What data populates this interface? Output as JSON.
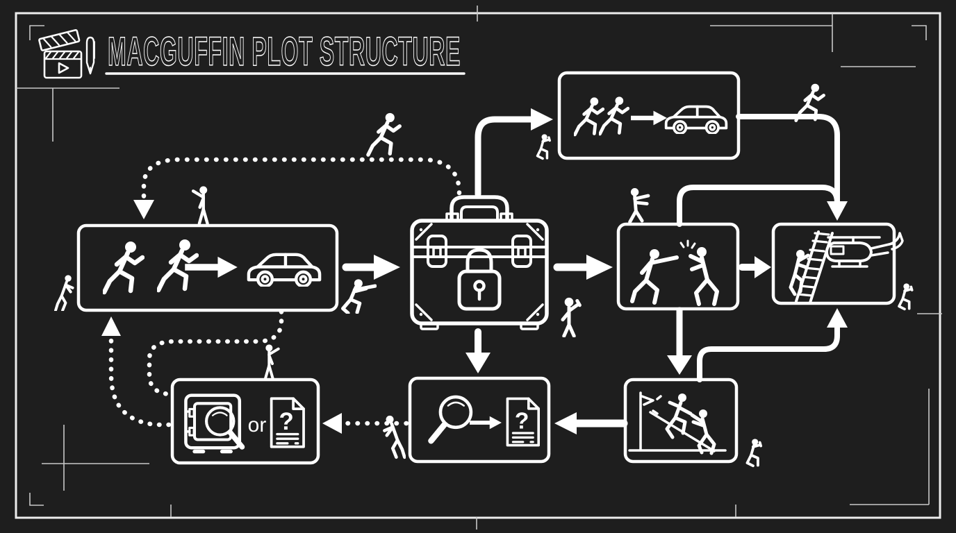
{
  "title": {
    "text": "MACGUFFIN PLOT STRUCTURE"
  },
  "labels": {
    "or": "or",
    "question_mark": "?"
  },
  "colors": {
    "background": "#1e1e1e",
    "ink": "#ffffff",
    "frame": "#e9e9e9"
  },
  "header_icons": [
    "clapperboard-icon",
    "pen-icon"
  ],
  "nodes": [
    {
      "id": "foot-chase-box",
      "icons": [
        "running-figures-icon",
        "arrow-icon",
        "car-icon"
      ]
    },
    {
      "id": "getaway-box",
      "icons": [
        "running-figures-icon",
        "arrow-icon",
        "car-icon"
      ]
    },
    {
      "id": "macguffin-briefcase",
      "icons": [
        "locked-briefcase-icon",
        "padlock-icon"
      ]
    },
    {
      "id": "confrontation-box",
      "icons": [
        "fighting-figures-icon"
      ]
    },
    {
      "id": "helicopter-escape-box",
      "icons": [
        "ladder-icon",
        "helicopter-icon"
      ]
    },
    {
      "id": "safe-or-document-box",
      "icons": [
        "safe-icon",
        "magnifier-icon",
        "document-question-icon"
      ]
    },
    {
      "id": "investigation-box",
      "icons": [
        "magnifier-icon",
        "arrow-icon",
        "document-question-icon"
      ]
    },
    {
      "id": "uphill-climb-box",
      "icons": [
        "slope-climb-icon"
      ]
    }
  ],
  "extra_figures": [
    "running-figure-icon",
    "pointing-figure-icon",
    "kneeling-figure-icon",
    "crouching-shooter-icon",
    "sneaking-figure-icon",
    "zombie-walk-figure-icon",
    "phone-figure-icon"
  ]
}
